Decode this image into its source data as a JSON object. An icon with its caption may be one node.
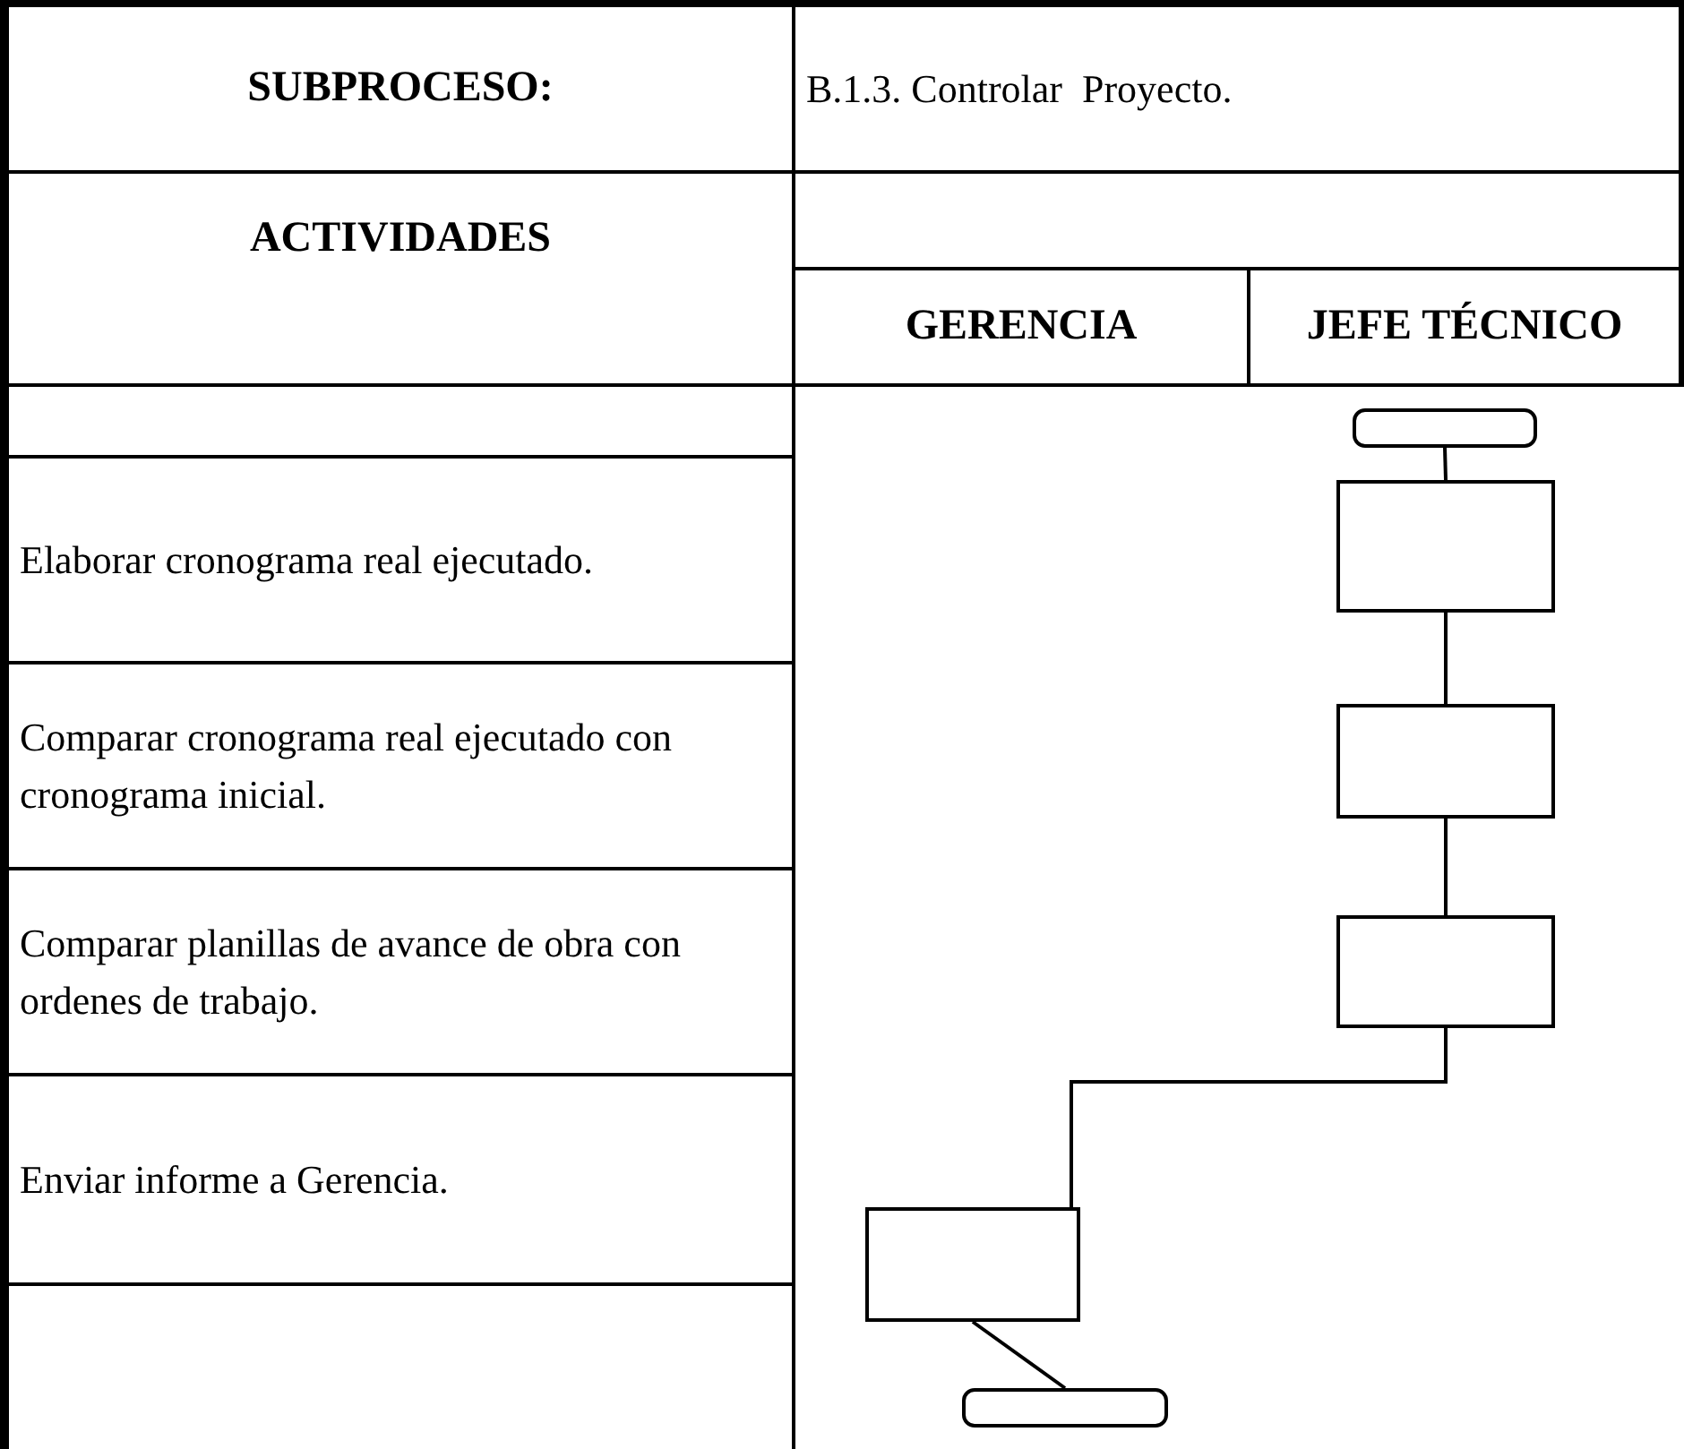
{
  "diagram": {
    "nodes": [
      {
        "text": [],
        "shape": "terminal"
      },
      {
        "text": [],
        "shape": "box"
      },
      {
        "text": [],
        "shape": "box"
      },
      {
        "text": [],
        "shape": "box"
      },
      {
        "text": [],
        "shape": "box"
      },
      {
        "text": [],
        "shape": "terminal"
      }
    ],
    "edges": [
      {
        "from": 0,
        "to": 1,
        "arrow": "none"
      },
      {
        "from": 1,
        "to": 2,
        "arrow": "none"
      },
      {
        "from": 2,
        "to": 3,
        "arrow": "none"
      },
      {
        "from": 3,
        "to": 4,
        "arrow": "none"
      },
      {
        "from": 4,
        "to": 5,
        "arrow": "none"
      }
    ],
    "labels": [
      "SUBPROCESO:",
      "B.1.3. Controlar  Proyecto.",
      "ACTIVIDADES",
      "GERENCIA",
      "JEFE TÉCNICO",
      "Elaborar cronograma real ejecutado.",
      "Comparar cronograma real ejecutado con cronograma inicial.",
      "Comparar planillas de avance de obra con ordenes de trabajo.",
      "Enviar informe a Gerencia."
    ]
  }
}
